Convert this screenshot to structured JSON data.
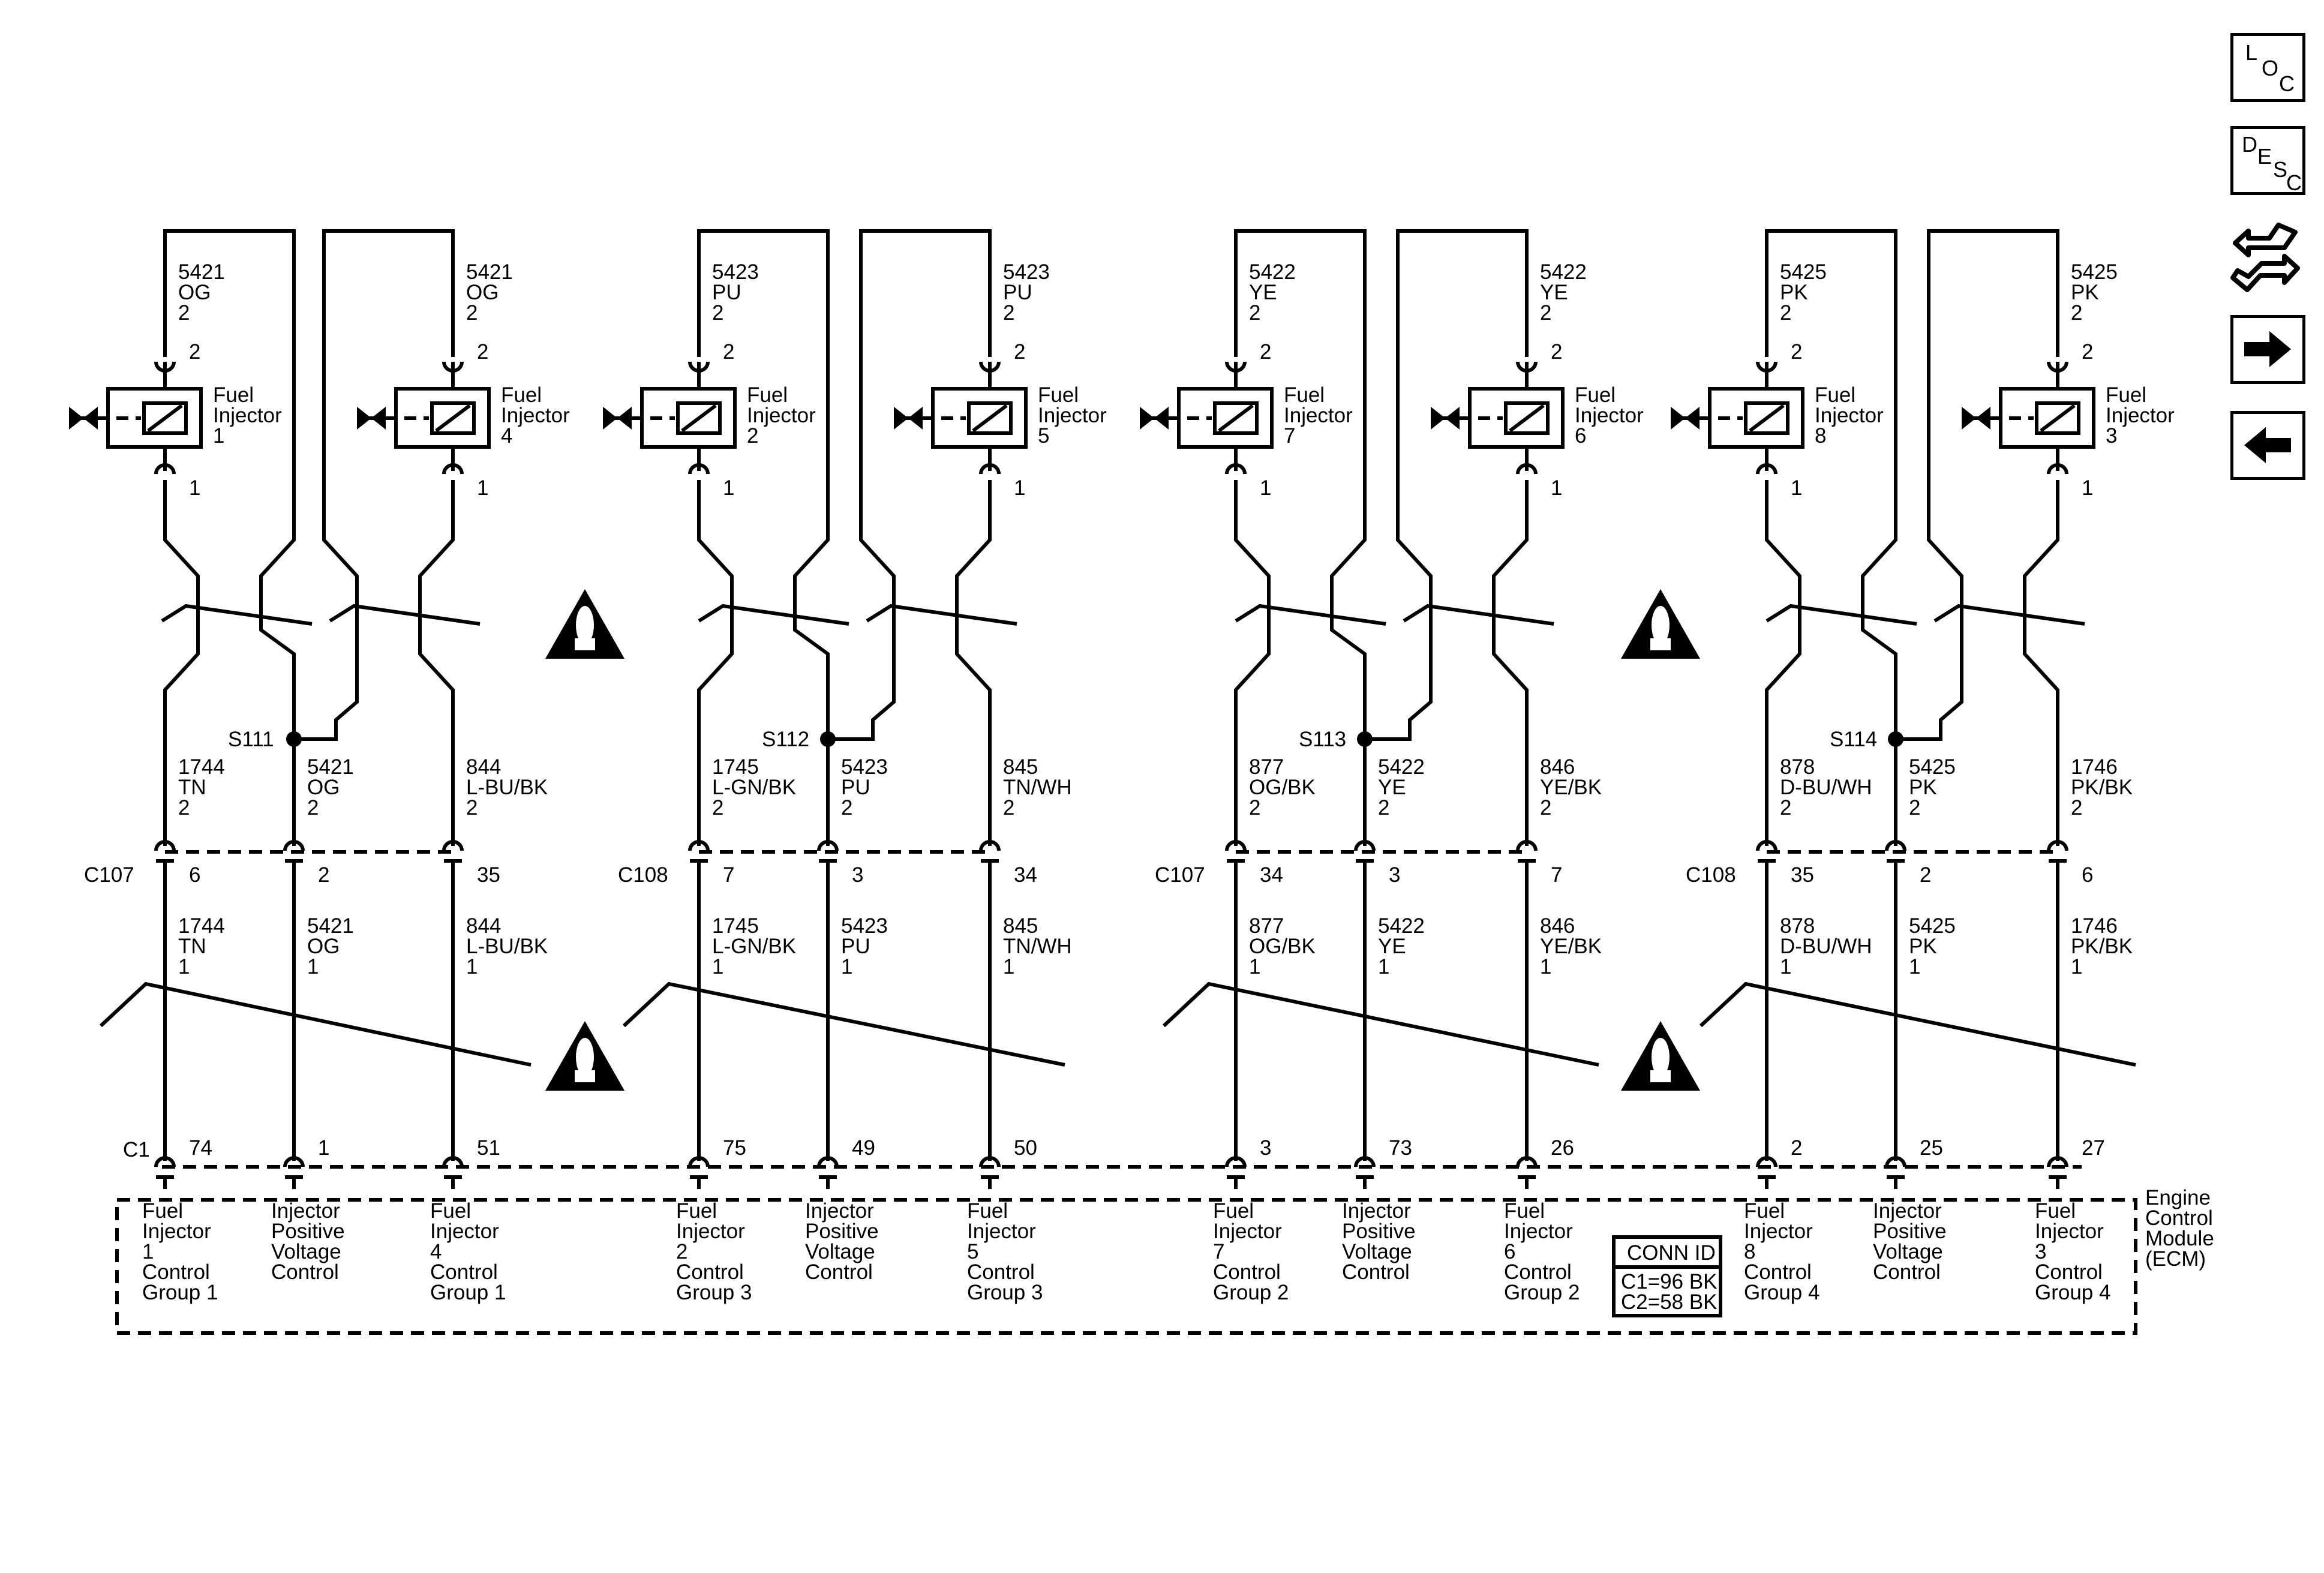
{
  "nav": {
    "loc_letters": [
      "L",
      "O",
      "C"
    ],
    "desc_letters": [
      "D",
      "E",
      "S",
      "C"
    ],
    "icons": [
      "loc-icon",
      "desc-icon",
      "diagnostic-icon",
      "next-arrow-icon",
      "prev-arrow-icon"
    ]
  },
  "components": {
    "injector_word": "Fuel",
    "injector_word2": "Injector",
    "ecm_label": [
      "Engine",
      "Control",
      "Module",
      "(ECM)"
    ],
    "conn_id_title": "CONN ID",
    "conn_id_lines": [
      "C1=96 BK",
      "C2=58 BK"
    ]
  },
  "groups": [
    {
      "splice": "S111",
      "injectors": [
        {
          "number": "1",
          "circuit": "5421",
          "color": "OG",
          "pin": "2",
          "low_pin": "1"
        },
        {
          "number": "4",
          "circuit": "5421",
          "color": "OG",
          "pin": "2",
          "low_pin": "1"
        }
      ],
      "harness_connector": "C107",
      "wires": [
        {
          "circuit": "1744",
          "color": "TN",
          "upper_pin": "2",
          "conn_pin": "6",
          "lower_pin": "1",
          "ecm_pin": "74",
          "ecm_label": [
            "Fuel",
            "Injector",
            "1",
            "Control",
            "Group 1"
          ]
        },
        {
          "circuit": "5421",
          "color": "OG",
          "upper_pin": "2",
          "conn_pin": "2",
          "lower_pin": "1",
          "ecm_pin": "1",
          "ecm_label": [
            "Injector",
            "Positive",
            "Voltage",
            "Control"
          ]
        },
        {
          "circuit": "844",
          "color": "L-BU/BK",
          "upper_pin": "2",
          "conn_pin": "35",
          "lower_pin": "1",
          "ecm_pin": "51",
          "ecm_label": [
            "Fuel",
            "Injector",
            "4",
            "Control",
            "Group 1"
          ]
        }
      ]
    },
    {
      "splice": "S112",
      "injectors": [
        {
          "number": "2",
          "circuit": "5423",
          "color": "PU",
          "pin": "2",
          "low_pin": "1"
        },
        {
          "number": "5",
          "circuit": "5423",
          "color": "PU",
          "pin": "2",
          "low_pin": "1"
        }
      ],
      "harness_connector": "C108",
      "wires": [
        {
          "circuit": "1745",
          "color": "L-GN/BK",
          "upper_pin": "2",
          "conn_pin": "7",
          "lower_pin": "1",
          "ecm_pin": "75",
          "ecm_label": [
            "Fuel",
            "Injector",
            "2",
            "Control",
            "Group 3"
          ]
        },
        {
          "circuit": "5423",
          "color": "PU",
          "upper_pin": "2",
          "conn_pin": "3",
          "lower_pin": "1",
          "ecm_pin": "49",
          "ecm_label": [
            "Injector",
            "Positive",
            "Voltage",
            "Control"
          ]
        },
        {
          "circuit": "845",
          "color": "TN/WH",
          "upper_pin": "2",
          "conn_pin": "34",
          "lower_pin": "1",
          "ecm_pin": "50",
          "ecm_label": [
            "Fuel",
            "Injector",
            "5",
            "Control",
            "Group 3"
          ]
        }
      ]
    },
    {
      "splice": "S113",
      "injectors": [
        {
          "number": "7",
          "circuit": "5422",
          "color": "YE",
          "pin": "2",
          "low_pin": "1"
        },
        {
          "number": "6",
          "circuit": "5422",
          "color": "YE",
          "pin": "2",
          "low_pin": "1"
        }
      ],
      "harness_connector": "C107",
      "wires": [
        {
          "circuit": "877",
          "color": "OG/BK",
          "upper_pin": "2",
          "conn_pin": "34",
          "lower_pin": "1",
          "ecm_pin": "3",
          "ecm_label": [
            "Fuel",
            "Injector",
            "7",
            "Control",
            "Group 2"
          ]
        },
        {
          "circuit": "5422",
          "color": "YE",
          "upper_pin": "2",
          "conn_pin": "3",
          "lower_pin": "1",
          "ecm_pin": "73",
          "ecm_label": [
            "Injector",
            "Positive",
            "Voltage",
            "Control"
          ]
        },
        {
          "circuit": "846",
          "color": "YE/BK",
          "upper_pin": "2",
          "conn_pin": "7",
          "lower_pin": "1",
          "ecm_pin": "26",
          "ecm_label": [
            "Fuel",
            "Injector",
            "6",
            "Control",
            "Group 2"
          ]
        }
      ]
    },
    {
      "splice": "S114",
      "injectors": [
        {
          "number": "8",
          "circuit": "5425",
          "color": "PK",
          "pin": "2",
          "low_pin": "1"
        },
        {
          "number": "3",
          "circuit": "5425",
          "color": "PK",
          "pin": "2",
          "low_pin": "1"
        }
      ],
      "harness_connector": "C108",
      "wires": [
        {
          "circuit": "878",
          "color": "D-BU/WH",
          "upper_pin": "2",
          "conn_pin": "35",
          "lower_pin": "1",
          "ecm_pin": "2",
          "ecm_label": [
            "Fuel",
            "Injector",
            "8",
            "Control",
            "Group 4"
          ]
        },
        {
          "circuit": "5425",
          "color": "PK",
          "upper_pin": "2",
          "conn_pin": "2",
          "lower_pin": "1",
          "ecm_pin": "25",
          "ecm_label": [
            "Injector",
            "Positive",
            "Voltage",
            "Control"
          ]
        },
        {
          "circuit": "1746",
          "color": "PK/BK",
          "upper_pin": "2",
          "conn_pin": "6",
          "lower_pin": "1",
          "ecm_pin": "27",
          "ecm_label": [
            "Fuel",
            "Injector",
            "3",
            "Control",
            "Group 4"
          ]
        }
      ]
    }
  ],
  "ecm_connector": "C1"
}
